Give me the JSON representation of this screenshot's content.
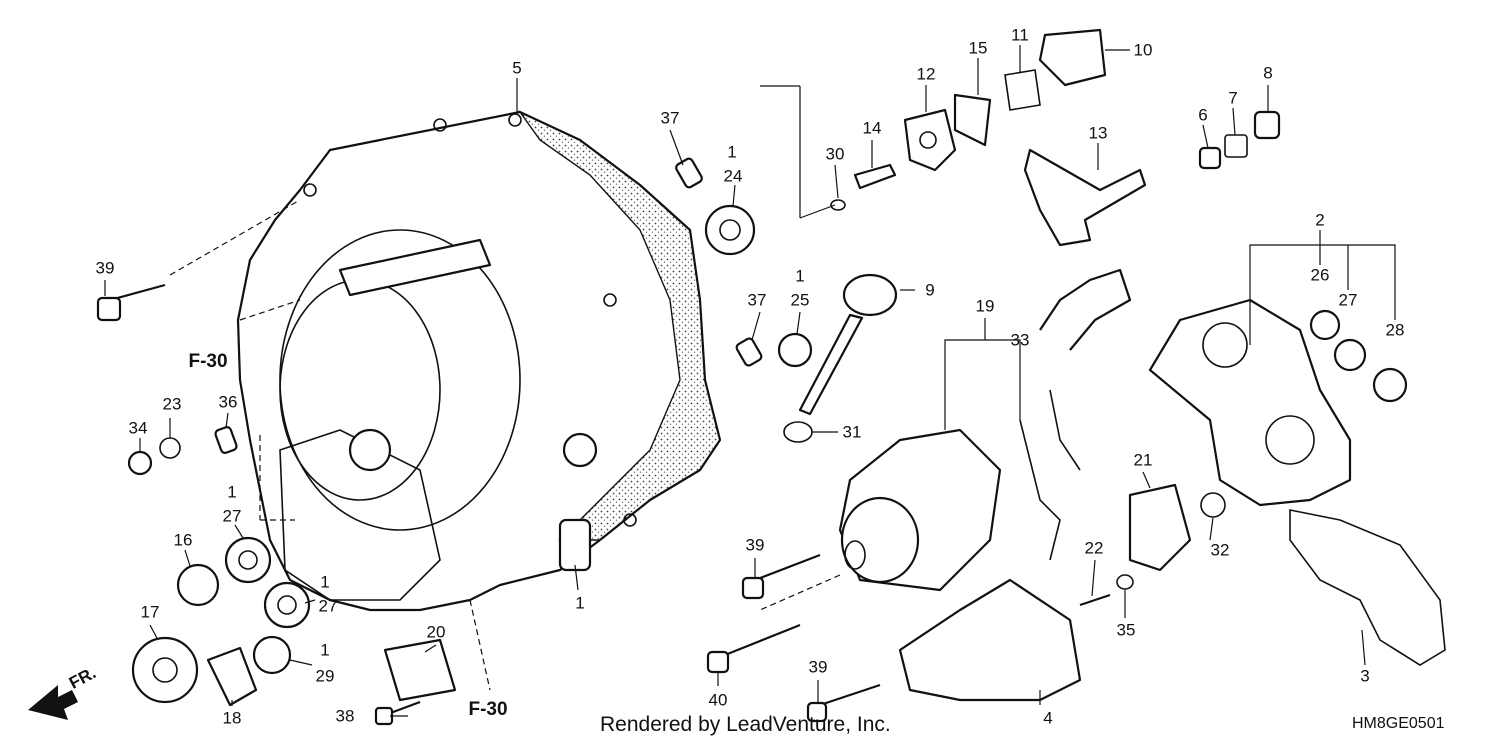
{
  "callouts": [
    {
      "id": "c5",
      "text": "5"
    },
    {
      "id": "c37a",
      "text": "37"
    },
    {
      "id": "c1a",
      "text": "1"
    },
    {
      "id": "c24",
      "text": "24"
    },
    {
      "id": "c30",
      "text": "30"
    },
    {
      "id": "c14",
      "text": "14"
    },
    {
      "id": "c12",
      "text": "12"
    },
    {
      "id": "c15",
      "text": "15"
    },
    {
      "id": "c11",
      "text": "11"
    },
    {
      "id": "c10",
      "text": "10"
    },
    {
      "id": "c13",
      "text": "13"
    },
    {
      "id": "c6",
      "text": "6"
    },
    {
      "id": "c7",
      "text": "7"
    },
    {
      "id": "c8",
      "text": "8"
    },
    {
      "id": "c2",
      "text": "2"
    },
    {
      "id": "c26",
      "text": "26"
    },
    {
      "id": "c27a",
      "text": "27"
    },
    {
      "id": "c28",
      "text": "28"
    },
    {
      "id": "c9",
      "text": "9"
    },
    {
      "id": "c37b",
      "text": "37"
    },
    {
      "id": "c1b",
      "text": "1"
    },
    {
      "id": "c25",
      "text": "25"
    },
    {
      "id": "c19",
      "text": "19"
    },
    {
      "id": "c33",
      "text": "33"
    },
    {
      "id": "c31",
      "text": "31"
    },
    {
      "id": "c39a",
      "text": "39"
    },
    {
      "id": "c34",
      "text": "34"
    },
    {
      "id": "c23",
      "text": "23"
    },
    {
      "id": "c36",
      "text": "36"
    },
    {
      "id": "c1c",
      "text": "1"
    },
    {
      "id": "c27b",
      "text": "27"
    },
    {
      "id": "c16",
      "text": "16"
    },
    {
      "id": "c1d",
      "text": "1"
    },
    {
      "id": "c27c",
      "text": "27"
    },
    {
      "id": "c17",
      "text": "17"
    },
    {
      "id": "c1e",
      "text": "1"
    },
    {
      "id": "c29",
      "text": "29"
    },
    {
      "id": "c18",
      "text": "18"
    },
    {
      "id": "c20",
      "text": "20"
    },
    {
      "id": "c38",
      "text": "38"
    },
    {
      "id": "c1f",
      "text": "1"
    },
    {
      "id": "c21",
      "text": "21"
    },
    {
      "id": "c32",
      "text": "32"
    },
    {
      "id": "c22",
      "text": "22"
    },
    {
      "id": "c35",
      "text": "35"
    },
    {
      "id": "c39b",
      "text": "39"
    },
    {
      "id": "c40",
      "text": "40"
    },
    {
      "id": "c39c",
      "text": "39"
    },
    {
      "id": "c4",
      "text": "4"
    },
    {
      "id": "c3",
      "text": "3"
    }
  ],
  "refs": {
    "f30_left": "F-30",
    "f30_bottom": "F-30"
  },
  "direction_label": "FR.",
  "credit": "Rendered by LeadVenture, Inc.",
  "diagram_code": "HM8GE0501",
  "colors": {
    "ink": "#111111",
    "paper": "#ffffff"
  }
}
